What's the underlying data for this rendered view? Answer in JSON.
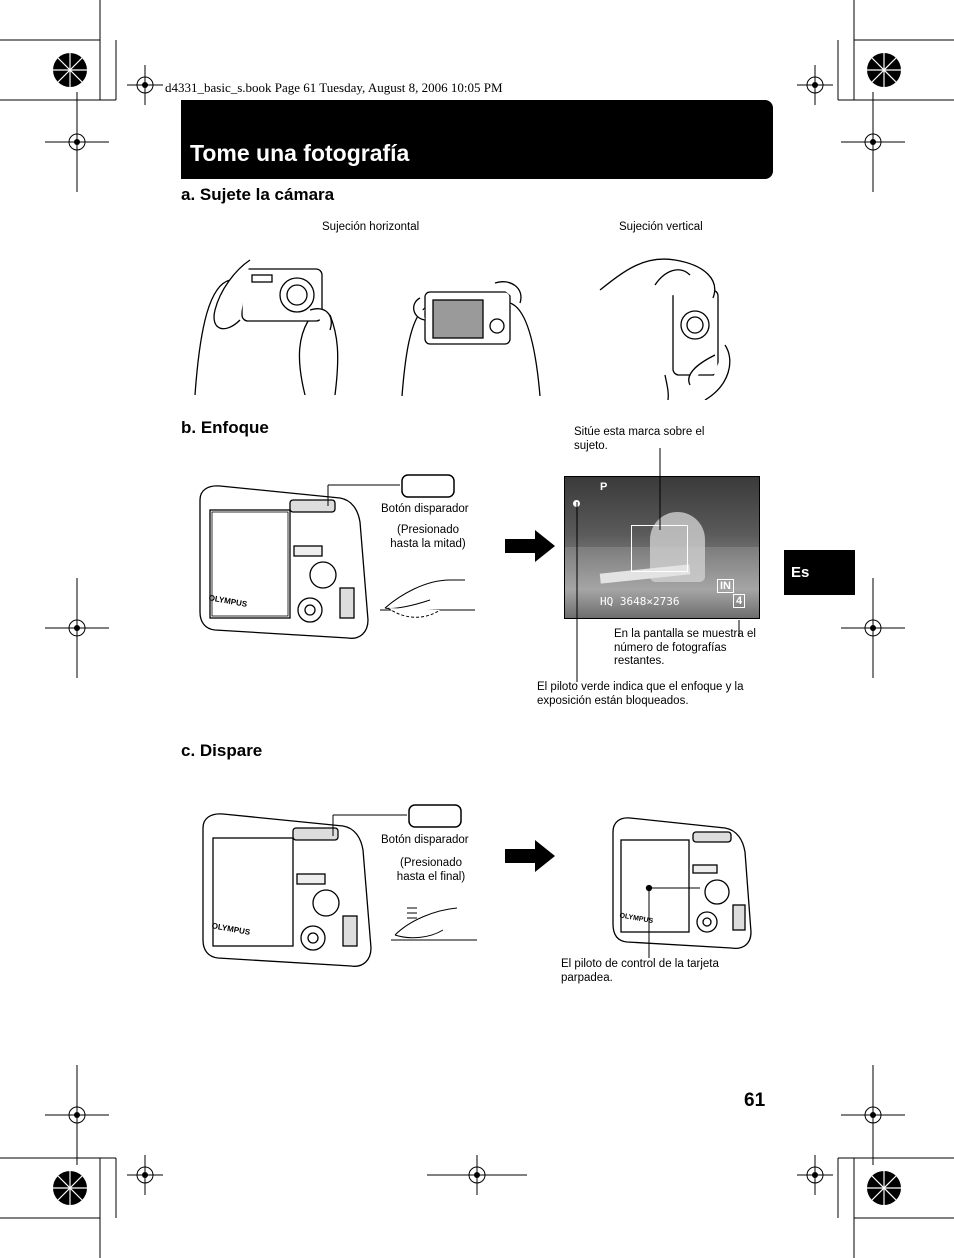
{
  "header_line": "d4331_basic_s.book  Page 61  Tuesday, August 8, 2006  10:05 PM",
  "title": "Tome una fotografía",
  "sections": {
    "a": {
      "label": "a.  Sujete la cámara"
    },
    "b": {
      "label": "b.  Enfoque"
    },
    "c": {
      "label": "c.  Dispare"
    }
  },
  "captions": {
    "horizontal_grip": "Sujeción horizontal",
    "vertical_grip": "Sujeción vertical",
    "shutter_button_b": "Botón disparador",
    "pressed_half": "(Presionado hasta la mitad)",
    "place_mark": "Sitúe esta marca sobre el sujeto.",
    "remaining_shots": "En la pantalla se muestra el número de fotografías restantes.",
    "green_lamp": "El piloto verde indica que el enfoque y la exposición están bloqueados.",
    "shutter_button_c": "Botón disparador",
    "pressed_full": "(Presionado hasta el final)",
    "card_lamp": "El piloto de control de la tarjeta parpadea."
  },
  "screen_overlay": {
    "mode": "P",
    "resolution": "HQ  3648×2736",
    "memory": "IN",
    "shots": "4"
  },
  "brand": "OLYMPUS",
  "language_tab": "Es",
  "page_number": "61"
}
